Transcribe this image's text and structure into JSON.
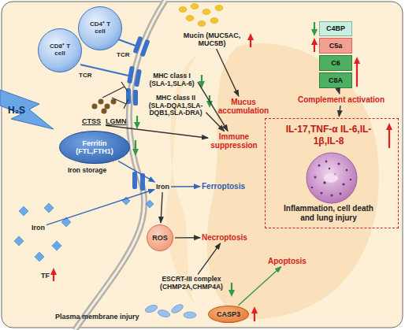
{
  "diagram": {
    "nodes": [
      {
        "text": [
          "CD4⁺ T cell"
        ]
      },
      {
        "text": [
          "CD8⁺ T cell"
        ]
      },
      {
        "text": [
          "Mucin (MUC5AC, MUC5B)"
        ]
      },
      {
        "text": [
          "C4BP"
        ]
      },
      {
        "text": [
          "C5a"
        ]
      },
      {
        "text": [
          "C6"
        ]
      },
      {
        "text": [
          "C8A"
        ]
      },
      {
        "text": [
          "MHC class I (SLA-1,SLA-6)"
        ]
      },
      {
        "text": [
          "MHC class II (SLA-DQA1,SLA- DQB1,SLA-DRA)"
        ]
      },
      {
        "text": [
          "Mucus accumulation"
        ]
      },
      {
        "text": [
          "Complement activation"
        ]
      },
      {
        "text": [
          "CTSS",
          "LGMN"
        ]
      },
      {
        "text": [
          "Immune suppression"
        ]
      },
      {
        "text": [
          "Ferritin (FTL,FTH1)"
        ]
      },
      {
        "text": [
          "IL-17,TNF-α IL-6,IL-1β,IL-8",
          "Inflammation, cell death and lung injury"
        ]
      },
      {
        "text": [
          "Iron"
        ]
      },
      {
        "text": [
          "Ferroptosis"
        ]
      },
      {
        "text": [
          "Iron"
        ]
      },
      {
        "text": [
          "ROS"
        ]
      },
      {
        "text": [
          "Necroptosis"
        ]
      },
      {
        "text": [
          "TF"
        ]
      },
      {
        "text": [
          "ESCRT-III complex (CHMP2A,CHMP4A)"
        ]
      },
      {
        "text": [
          "Apoptosis"
        ]
      },
      {
        "text": [
          "CASP3"
        ]
      }
    ],
    "edges": [
      {
        "from": 7,
        "to": 12,
        "arrow": "to"
      },
      {
        "from": 8,
        "to": 12,
        "arrow": "to"
      },
      {
        "from": 11,
        "to": 12,
        "arrow": "to"
      },
      {
        "from": 2,
        "to": 9,
        "arrow": "to"
      },
      {
        "from": 6,
        "to": 10,
        "arrow": "to"
      },
      {
        "from": 10,
        "to": 14,
        "arrow": "to"
      },
      {
        "from": 13,
        "to": 15,
        "arrow": "to"
      },
      {
        "from": 17,
        "to": 15,
        "arrow": "to"
      },
      {
        "from": 15,
        "to": 16,
        "arrow": "to"
      },
      {
        "from": 15,
        "to": 18,
        "arrow": "to"
      },
      {
        "from": 18,
        "to": 19,
        "arrow": "to"
      },
      {
        "from": 21,
        "to": 19,
        "arrow": "to"
      },
      {
        "from": 23,
        "to": 22,
        "arrow": "to"
      }
    ],
    "labels": [
      "H₂S",
      "TCR",
      "TCR",
      "Iron storage",
      "Plasma membrane injury"
    ]
  }
}
